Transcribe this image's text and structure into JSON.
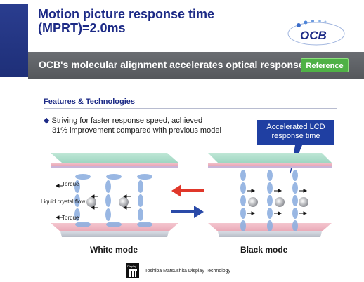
{
  "header": {
    "title_line1": "Motion picture response time",
    "title_line2": "(MPRT)=2.0ms",
    "logo_text": "OCB"
  },
  "subtitle_bar": {
    "text": "OCB's molecular alignment accelerates optical response",
    "reference_button": "Reference"
  },
  "section": {
    "heading": "Features & Technologies",
    "bullet_line1": "Striving for faster response speed, achieved",
    "bullet_line2": "31% improvement compared with previous model"
  },
  "callout": {
    "line1": "Accelerated LCD",
    "line2": "response time"
  },
  "diagram": {
    "label_torque_top": "Torque",
    "label_flow": "Liquid crystal flow",
    "label_torque_bottom": "Torque",
    "caption_left": "White mode",
    "caption_right": "Black mode"
  },
  "footer": {
    "company": "Toshiba Matsushita Display Technology",
    "logo_text": "Display"
  },
  "colors": {
    "title_blue": "#1c2a86",
    "accent_blue": "#1f3fa2",
    "reference_green": "#4fb146",
    "arrow_red": "#e0372a",
    "arrow_blue": "#2a4aa8"
  }
}
